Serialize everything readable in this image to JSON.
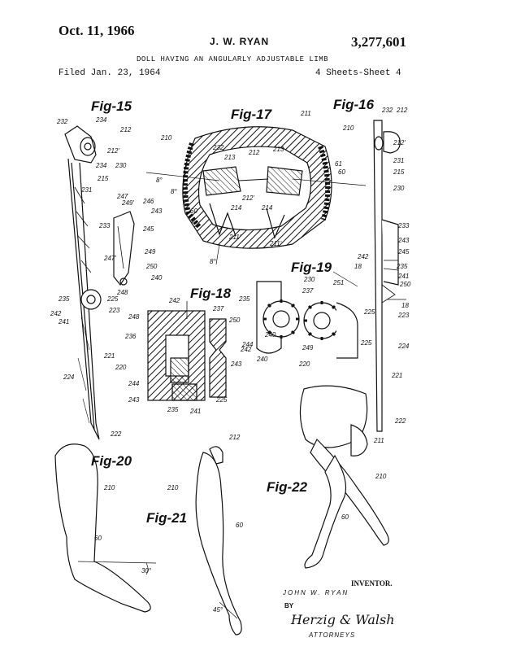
{
  "header": {
    "date": "Oct. 11, 1966",
    "inventor": "J. W. RYAN",
    "patent_number": "3,277,601",
    "title": "DOLL HAVING AN ANGULARLY ADJUSTABLE LIMB",
    "filed": "Filed Jan. 23, 1964",
    "sheets": "4 Sheets-Sheet 4"
  },
  "figures": {
    "fig15": "Fig-15",
    "fig16": "Fig-16",
    "fig17": "Fig-17",
    "fig18": "Fig-18",
    "fig19": "Fig-19",
    "fig20": "Fig-20",
    "fig21": "Fig-21",
    "fig22": "Fig-22"
  },
  "refs": {
    "r232a": "232",
    "r234a": "234",
    "r212a": "212",
    "r212pa": "212'",
    "r234b": "234",
    "r230a": "230",
    "r215a": "215",
    "r231a": "231",
    "r247a": "247",
    "r249a": "249'",
    "r246a": "246",
    "r243a": "243",
    "r233a": "233",
    "r245a": "245",
    "r247pa": "247'",
    "r249b": "249",
    "r250a": "250",
    "r240a": "240",
    "r248a": "248",
    "r235a": "235",
    "r225a": "225",
    "r242a": "242",
    "r223a": "223",
    "r241a": "241",
    "r221a": "221",
    "r220a": "220",
    "r224a": "224",
    "r222a": "222",
    "r211a": "211",
    "r210a": "210",
    "r232b": "232",
    "r213a": "213",
    "r212b": "212",
    "r213b": "213",
    "r8a": "8°",
    "r212pb": "212'",
    "r8b": "8°",
    "r60a": "60",
    "r214a": "214",
    "r214b": "214",
    "r211pa": "211'",
    "r211pb": "211'",
    "r8c": "8°",
    "r61a": "61",
    "r60b": "60",
    "r232c": "232",
    "r212c": "212",
    "r210b": "210",
    "r212pc": "212'",
    "r231b": "231",
    "r215b": "215",
    "r230b": "230",
    "r233b": "233",
    "r243b": "243",
    "r245b": "245",
    "r242b": "242",
    "r235b": "235",
    "r241b": "241",
    "r250b": "250",
    "r18a": "18",
    "r18b": "18",
    "r225b": "225",
    "r223b": "223",
    "r224b": "224",
    "r221b": "221",
    "r222b": "222",
    "r242c": "242",
    "r237a": "237",
    "r248b": "248",
    "r250c": "250",
    "r236a": "236",
    "r243c": "243",
    "r244a": "244",
    "r243d": "243",
    "r235c": "235",
    "r241c": "241",
    "r225c": "225",
    "r230a2": "230",
    "r251a": "251",
    "r237b": "237",
    "r235d": "235",
    "r240b": "240",
    "r242d": "242",
    "r244b": "244",
    "r240c": "240",
    "r249c": "249",
    "r220b": "220",
    "r225d": "225",
    "r210c": "210",
    "r60c": "60",
    "r30a": "30°",
    "r212d": "212",
    "r210d": "210",
    "r60d": "60",
    "r45a": "45°",
    "r211b": "211",
    "r210e": "210",
    "r60e": "60"
  },
  "signature": {
    "inventor_label": "INVENTOR.",
    "inventor_name": "JOHN W. RYAN",
    "by": "BY",
    "attorney_signature": "Herzig & Walsh",
    "attorneys_label": "ATTORNEYS"
  }
}
